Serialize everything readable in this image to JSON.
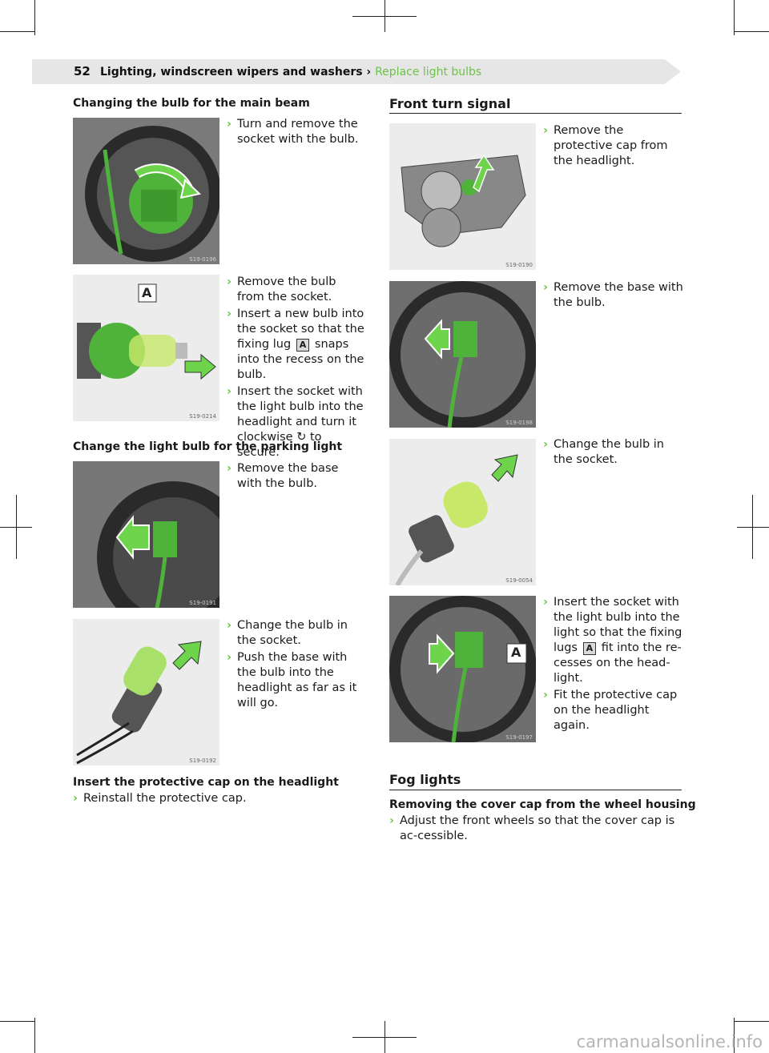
{
  "header": {
    "page_number": "52",
    "breadcrumb": "Lighting, windscreen wipers and washers ›",
    "current": "Replace light bulbs"
  },
  "left": {
    "heading_main_beam": "Changing the bulb for the main beam",
    "fig1_code": "S19-0196",
    "fig1_steps": [
      "Turn and remove the socket with the bulb."
    ],
    "fig2_code": "S19-0214",
    "fig2_label": "A",
    "fig2_steps": {
      "s1": "Remove the bulb from the socket.",
      "s2_a": "Insert a new bulb into the socket so that the fixing lug",
      "s2_tag": "A",
      "s2_b": "snaps into the recess on the bulb.",
      "s3_a": "Insert the socket with the light bulb into the headlight and turn it clockwise",
      "s3_icon": "↻",
      "s3_b": "to secure."
    },
    "heading_parking": "Change the light bulb for the parking light",
    "fig3_code": "S19-0191",
    "fig3_steps": [
      "Remove the base with the bulb."
    ],
    "fig4_code": "S19-0192",
    "fig4_steps": [
      "Change the bulb in the socket.",
      "Push the base with the bulb into the headlight as far as it will go."
    ],
    "heading_cap": "Insert the protective cap on the headlight",
    "cap_step": "Reinstall the protective cap."
  },
  "right": {
    "section_turn": "Front turn signal",
    "fig5_code": "S19-0190",
    "fig5_steps": [
      "Remove the protective cap from the headlight."
    ],
    "fig6_code": "S19-0198",
    "fig6_steps": [
      "Remove the base with the bulb."
    ],
    "fig7_code": "S19-0054",
    "fig7_steps": [
      "Change the bulb in the socket."
    ],
    "fig8_code": "S19-0197",
    "fig8_label": "A",
    "fig8_steps": {
      "s1_a": "Insert the socket with the light bulb into the light so that the fixing lugs",
      "s1_tag": "A",
      "s1_b": "fit into the re-cesses on the head-light.",
      "s2": "Fit the protective cap on the headlight again."
    },
    "section_fog": "Fog lights",
    "heading_cover": "Removing the cover cap from the wheel housing",
    "cover_step": "Adjust the front wheels so that the cover cap is ac-cessible."
  },
  "chevron": "›",
  "accent_color": "#6ec24a",
  "watermark": "carmanualsonline.info"
}
